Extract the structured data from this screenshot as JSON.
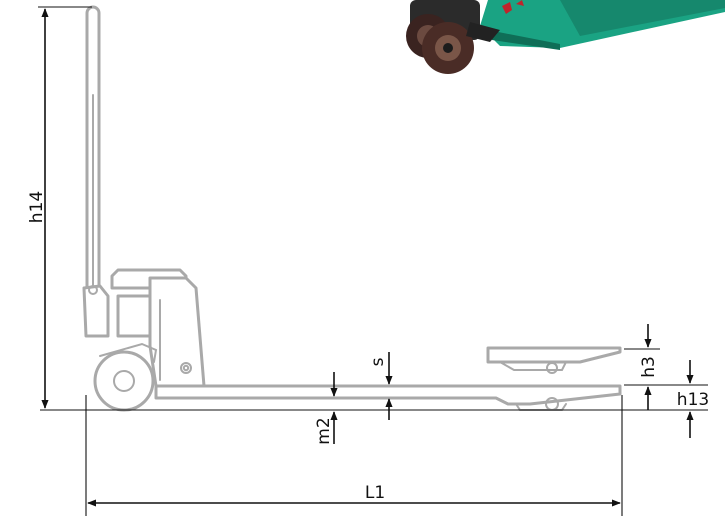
{
  "diagram": {
    "labels": {
      "h14": "h14",
      "s": "s",
      "m2": "m2",
      "h3": "h3",
      "h13": "h13",
      "l1": "L1"
    },
    "colors": {
      "truck_outline": "#a9a9a9",
      "dimension_lines": "#111111",
      "photo_body_green": "#1aa383",
      "photo_accent_red": "#c0242b",
      "photo_wheel_dark": "#3a2320"
    },
    "icons": {
      "photo": "pallet-truck-photo-icon"
    }
  }
}
